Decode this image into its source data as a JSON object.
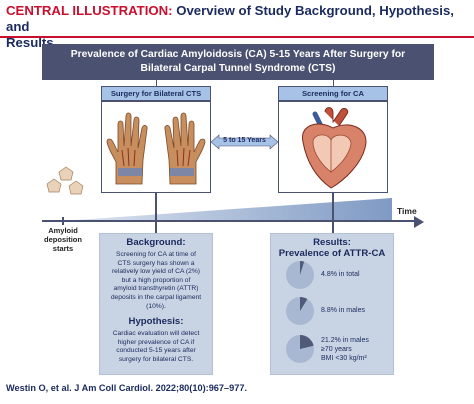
{
  "header": {
    "label": "CENTRAL ILLUSTRATION:",
    "title_line1": "Overview of Study Background, Hypothesis, and",
    "title_line2": "Results"
  },
  "banner": {
    "line1": "Prevalence of Cardiac Amyloidosis (CA) 5-15 Years After Surgery for",
    "line2": "Bilateral Carpal Tunnel Syndrome (CTS)"
  },
  "left_box": {
    "title": "Surgery for Bilateral CTS",
    "image": "hands-illustration"
  },
  "right_box": {
    "title": "Screening for CA",
    "image": "heart-illustration"
  },
  "interval_label": "5 to 15 Years",
  "timeline": {
    "time_label": "Time",
    "start_label_1": "Amyloid",
    "start_label_2": "deposition",
    "start_label_3": "starts"
  },
  "background_panel": {
    "title": "Background:",
    "lines": [
      "Screening for CA at time of",
      "CTS surgery has shown a",
      "relatively low yield of CA (2%)",
      "but a high proportion of",
      "amyloid transthyretin (ATTR)",
      "deposits in the carpal ligament",
      "(10%)."
    ],
    "hypothesis_title": "Hypothesis:",
    "hypothesis_lines": [
      "Cardiac evaluation will detect",
      "higher prevalence of CA if",
      "conducted 5-15 years after",
      "surgery for bilateral CTS."
    ]
  },
  "results_panel": {
    "title": "Results:",
    "subtitle": "Prevalence of ATTR-CA",
    "items": [
      {
        "fraction": 0.048,
        "lines": [
          "4.8% in total"
        ]
      },
      {
        "fraction": 0.088,
        "lines": [
          "8.8% in males"
        ]
      },
      {
        "fraction": 0.212,
        "lines": [
          "21.2% in males",
          "≥70 years",
          "BMI <30 kg/m²"
        ]
      }
    ]
  },
  "citation": "Westin O, et al. J Am Coll Cardiol. 2022;80(10):967–977.",
  "colors": {
    "red": "#c8102e",
    "navy": "#1b2a5e",
    "banner": "#4b5170",
    "box_head": "#a6c2e6",
    "panel": "#c8d3e3",
    "pie_fill": "#4f5b79",
    "pie_bg": "#a9b8d2"
  }
}
